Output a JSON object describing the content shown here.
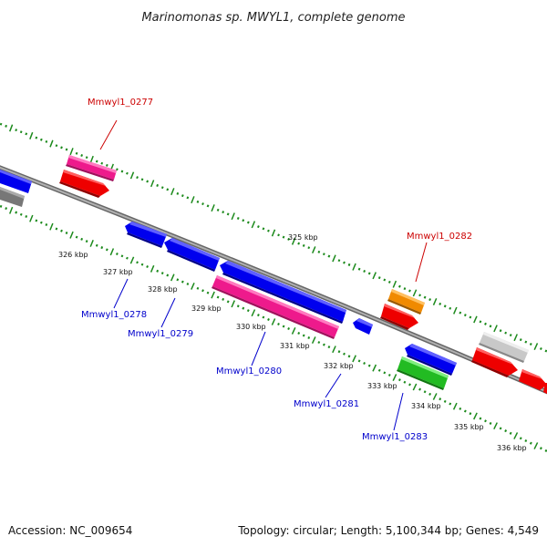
{
  "title": "Marinomonas sp. MWYL1, complete genome",
  "accession": "Accession: NC_009654",
  "topology": "Topology: circular; Length: 5,100,344 bp; Genes: 4,549",
  "colors": {
    "backbone": "#8a8a8a",
    "gc_ticks": "#1c8a1c",
    "label_forward": "#cc0000",
    "label_reverse": "#0000cc",
    "blue": "#0000ee",
    "red": "#ee0000",
    "pink": "#ee1a8c",
    "orange": "#f08a00",
    "green": "#22bb22",
    "gray": "#777777",
    "lightgray": "#c8c8c8"
  },
  "ruler_labels": [
    "325 kbp",
    "326 kbp",
    "327 kbp",
    "328 kbp",
    "329 kbp",
    "330 kbp",
    "331 kbp",
    "332 kbp",
    "333 kbp",
    "334 kbp",
    "335 kbp",
    "336 kbp"
  ],
  "gene_labels": [
    {
      "text": "Mmwyl1_0277",
      "strand": "forward"
    },
    {
      "text": "Mmwyl1_0278",
      "strand": "reverse"
    },
    {
      "text": "Mmwyl1_0279",
      "strand": "reverse"
    },
    {
      "text": "Mmwyl1_0280",
      "strand": "reverse"
    },
    {
      "text": "Mmwyl1_0281",
      "strand": "reverse"
    },
    {
      "text": "Mmwyl1_0282",
      "strand": "forward"
    },
    {
      "text": "Mmwyl1_0283",
      "strand": "reverse"
    }
  ]
}
